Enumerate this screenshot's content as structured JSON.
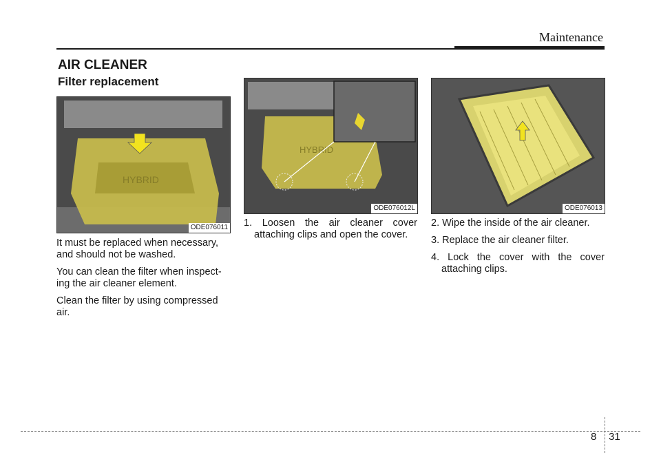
{
  "header": {
    "section": "Maintenance"
  },
  "heading": "AIR CLEANER",
  "subheading": "Filter replacement",
  "figures": [
    {
      "caption": "ODE076011"
    },
    {
      "caption": "ODE076012L"
    },
    {
      "caption": "ODE076013"
    }
  ],
  "column1": [
    "It must be replaced when necessary, and should not be washed.",
    "You can clean the filter when inspect-ing the air cleaner element.",
    "Clean the filter by using compressed air."
  ],
  "column2": [
    "1. Loosen the air cleaner cover attaching clips and open the cover."
  ],
  "column3": [
    "2. Wipe the inside of the air cleaner.",
    "3. Replace the air cleaner filter.",
    "4. Lock the cover with the cover attaching clips."
  ],
  "footer": {
    "chapter": "8",
    "page": "31"
  },
  "colors": {
    "highlight": "#e7de5a",
    "arrow": "#f2e31f",
    "text": "#1a1a1a"
  }
}
